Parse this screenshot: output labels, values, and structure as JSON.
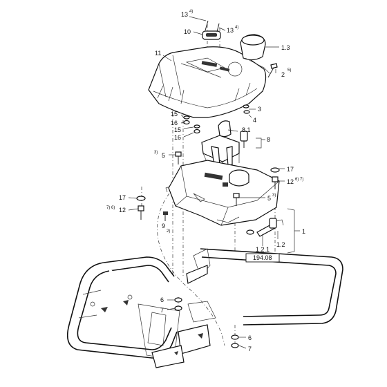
{
  "labels": {
    "l13a": "13",
    "s13a": "4)",
    "l13b": "13",
    "s13b": "4)",
    "l10": "10",
    "l11": "11",
    "l1_3": "1.3",
    "l2a": "2",
    "s2a": "5)",
    "l3": "3",
    "l4": "4",
    "l15a": "15",
    "l16a": "16",
    "l15b": "15",
    "l16b": "16",
    "l8_1": "8.1",
    "l8": "8",
    "s5a": "3)",
    "l5a": "5",
    "l17a": "17",
    "l12a": "12",
    "s12a": "6) 7)",
    "l17b": "17",
    "s12b": "7) 6)",
    "l12b": "12",
    "l5b": "5",
    "s5b": "3)",
    "l9": "9",
    "s9": "2)",
    "l1": "1",
    "l1_2": "1.2",
    "l1_2_1": "1.2.1",
    "ref": "194.08",
    "l6a": "6",
    "l7a": "7",
    "l6b": "6",
    "l7b": "7"
  }
}
